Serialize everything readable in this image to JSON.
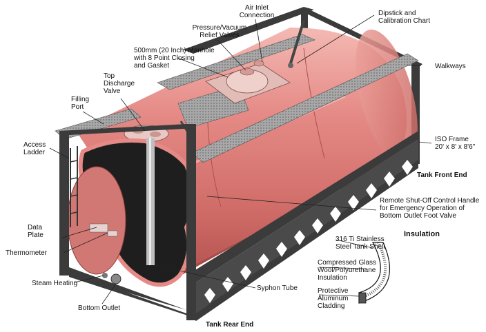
{
  "labels": {
    "air_inlet": [
      "Air Inlet",
      "Connection"
    ],
    "dipstick": [
      "Dipstick and",
      "Calibration Chart"
    ],
    "pressure_vacuum": [
      "Pressure/Vacuum",
      "Relief Valves"
    ],
    "manhole": [
      "500mm (20 Inch) Manhole",
      "with 8 Point Closing",
      "and Gasket"
    ],
    "walkways": "Walkways",
    "top_discharge": [
      "Top",
      "Discharge",
      "Valve"
    ],
    "filling_port": [
      "Filling",
      "Port"
    ],
    "iso_frame": [
      "ISO Frame",
      "20' x 8' x 8'6\""
    ],
    "access_ladder": [
      "Access",
      "Ladder"
    ],
    "tank_front_end": "Tank Front End",
    "remote_shutoff": [
      "Remote Shut-Off Control Handle",
      "for Emergency Operation of",
      "Bottom Outlet Foot Valve"
    ],
    "data_plate": [
      "Data",
      "Plate"
    ],
    "insulation": "Insulation",
    "stainless_shell": [
      "316 Ti Stainless",
      "Steel Tank Shell"
    ],
    "thermometer": "Thermometer",
    "compressed_glass": [
      "Compressed Glass",
      "Wool/Polyurethane",
      "Insulation"
    ],
    "steam_heating": "Steam Heating",
    "syphon_tube": "Syphon Tube",
    "protective_cladding": [
      "Protective",
      "Aluminum",
      "Cladding"
    ],
    "bottom_outlet": "Bottom Outlet",
    "tank_rear_end": "Tank Rear End"
  },
  "colors": {
    "tank_pink": "#e58a86",
    "tank_light": "#f6c4bf",
    "tank_dark": "#b3524f",
    "frame": "#3b3b3b",
    "interior": "#1e1e1e",
    "walkway": "#9a9a9a"
  }
}
